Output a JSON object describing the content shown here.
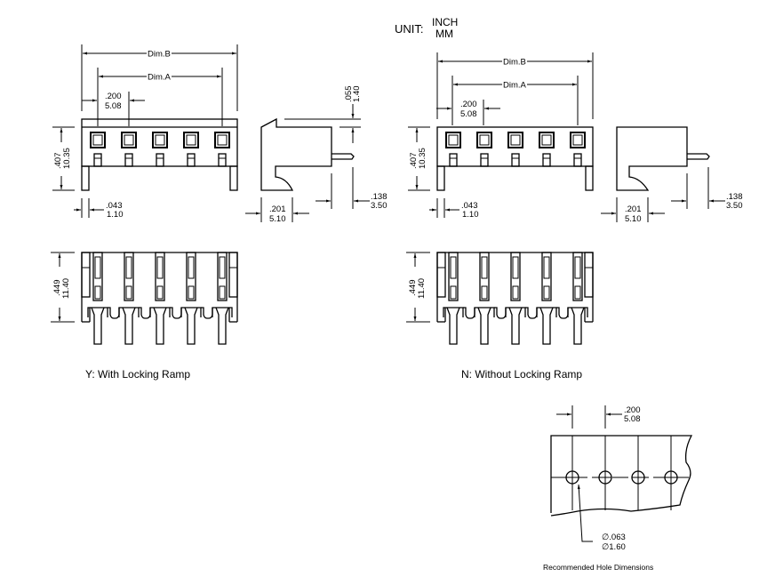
{
  "unit": {
    "label": "UNIT:",
    "primary": "INCH",
    "secondary": "MM"
  },
  "colors": {
    "line": "#000000",
    "background": "#ffffff"
  },
  "views": [
    {
      "id": "Y",
      "caption": "Y: With Locking Ramp",
      "front": {
        "dim_b": "Dim.B",
        "dim_a": "Dim.A",
        "pitch": {
          "inch": ".200",
          "mm": "5.08"
        },
        "height": {
          "inch": ".407",
          "mm": "10.35"
        },
        "peg_width": {
          "inch": ".043",
          "mm": "1.10"
        },
        "contacts": 5
      },
      "side": {
        "ramp": {
          "inch": ".055",
          "mm": "1.40"
        },
        "depth": {
          "inch": ".201",
          "mm": "5.10"
        },
        "pin_length": {
          "inch": ".138",
          "mm": "3.50"
        }
      },
      "bottom": {
        "height": {
          "inch": ".449",
          "mm": "11.40"
        }
      }
    },
    {
      "id": "N",
      "caption": "N: Without Locking  Ramp",
      "front": {
        "dim_b": "Dim.B",
        "dim_a": "Dim.A",
        "pitch": {
          "inch": ".200",
          "mm": "5.08"
        },
        "height": {
          "inch": ".407",
          "mm": "10.35"
        },
        "peg_width": {
          "inch": ".043",
          "mm": "1.10"
        },
        "contacts": 5
      },
      "side": {
        "depth": {
          "inch": ".201",
          "mm": "5.10"
        },
        "pin_length": {
          "inch": ".138",
          "mm": "3.50"
        }
      },
      "bottom": {
        "height": {
          "inch": ".449",
          "mm": "11.40"
        }
      }
    }
  ],
  "hole_pattern": {
    "title": "Recommended Hole Dimensions",
    "pitch": {
      "inch": ".200",
      "mm": "5.08"
    },
    "diameter": {
      "inch": "∅.063",
      "mm": "∅1.60"
    },
    "holes": 4
  }
}
